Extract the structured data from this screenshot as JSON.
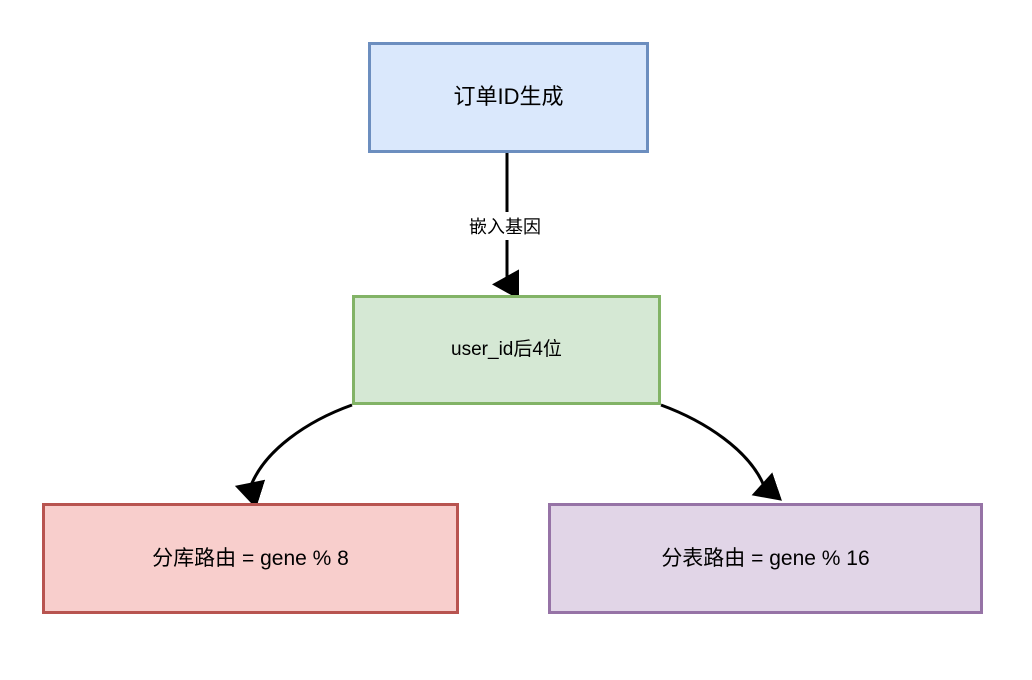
{
  "diagram": {
    "type": "flowchart",
    "title": "",
    "background_color": "#ffffff",
    "nodes": [
      {
        "id": "order-id",
        "label": "订单ID生成",
        "fill": "#dae8fc",
        "stroke": "#6c8ebf"
      },
      {
        "id": "user-id",
        "label": "user_id后4位",
        "fill": "#d5e8d4",
        "stroke": "#82b366"
      },
      {
        "id": "db-route",
        "label": "分库路由 = gene % 8",
        "fill": "#f8cecc",
        "stroke": "#b85450"
      },
      {
        "id": "table-route",
        "label": "分表路由 = gene % 16",
        "fill": "#e1d5e7",
        "stroke": "#9673a6"
      }
    ],
    "edges": [
      {
        "id": "order-to-user",
        "from": "order-id",
        "to": "user-id",
        "label": "嵌入基因",
        "style": "straight",
        "color": "#000000"
      },
      {
        "id": "user-to-db",
        "from": "user-id",
        "to": "db-route",
        "label": "",
        "style": "curved",
        "color": "#000000"
      },
      {
        "id": "user-to-table",
        "from": "user-id",
        "to": "table-route",
        "label": "",
        "style": "curved",
        "color": "#000000"
      }
    ]
  }
}
